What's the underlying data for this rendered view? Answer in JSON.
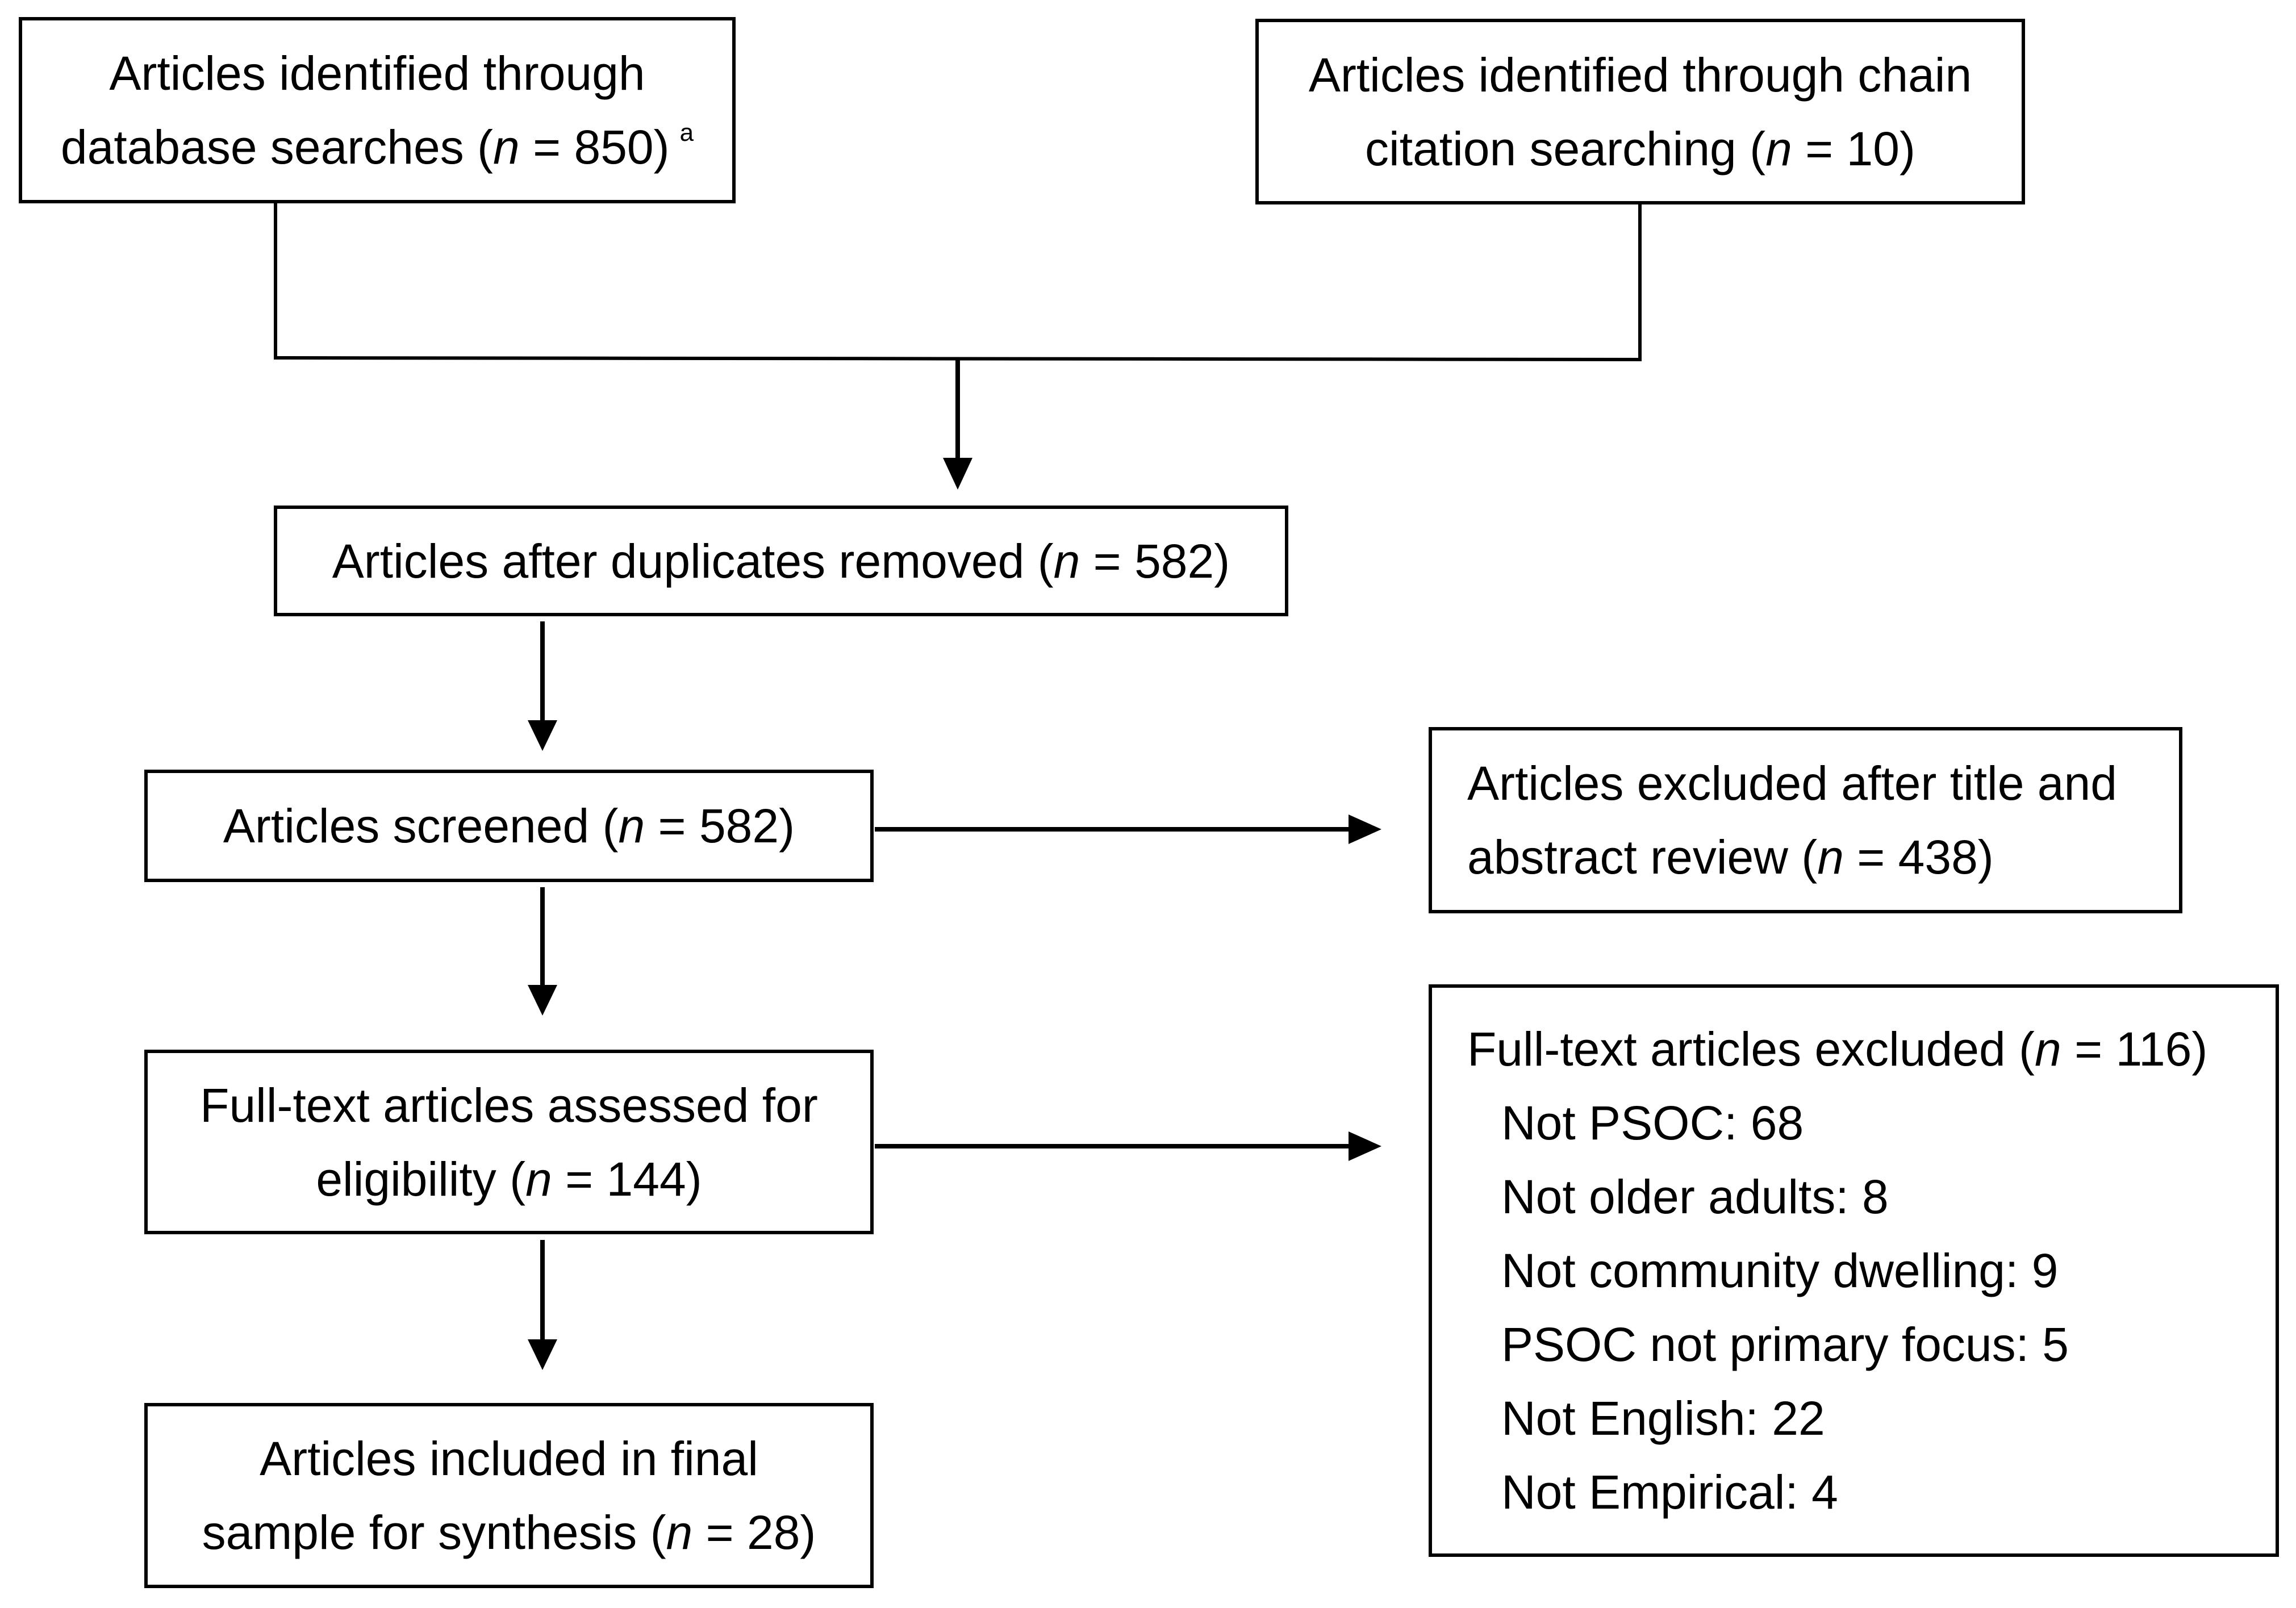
{
  "boxes": {
    "database": {
      "line1": "Articles identified through",
      "line2_pre": "database searches (",
      "n_symbol": "n",
      "line2_post": " = 850)",
      "footnote": "a"
    },
    "citation": {
      "line1": "Articles identified through chain",
      "line2_pre": "citation searching (",
      "n_symbol": "n",
      "line2_post": " = 10)"
    },
    "dedup": {
      "pre": "Articles after duplicates removed (",
      "n_symbol": "n",
      "post": " = 582)"
    },
    "screened": {
      "pre": "Articles screened (",
      "n_symbol": "n",
      "post": " = 582)"
    },
    "excluded_title": {
      "line1": "Articles excluded after title and",
      "line2_pre": "abstract review (",
      "n_symbol": "n",
      "line2_post": " = 438)"
    },
    "fulltext": {
      "line1": "Full-text articles assessed for",
      "line2_pre": "eligibility (",
      "n_symbol": "n",
      "line2_post": " = 144)"
    },
    "excluded_fulltext": {
      "heading_pre": "Full-text articles excluded (",
      "n_symbol": "n",
      "heading_post": " = 116)",
      "reasons": [
        "Not PSOC: 68",
        "Not older adults: 8",
        "Not community dwelling: 9",
        "PSOC not primary focus: 5",
        "Not English: 22",
        "Not Empirical: 4"
      ]
    },
    "included": {
      "line1": "Articles included in final",
      "line2_pre": "sample for synthesis (",
      "n_symbol": "n",
      "line2_post": " = 28)"
    }
  }
}
